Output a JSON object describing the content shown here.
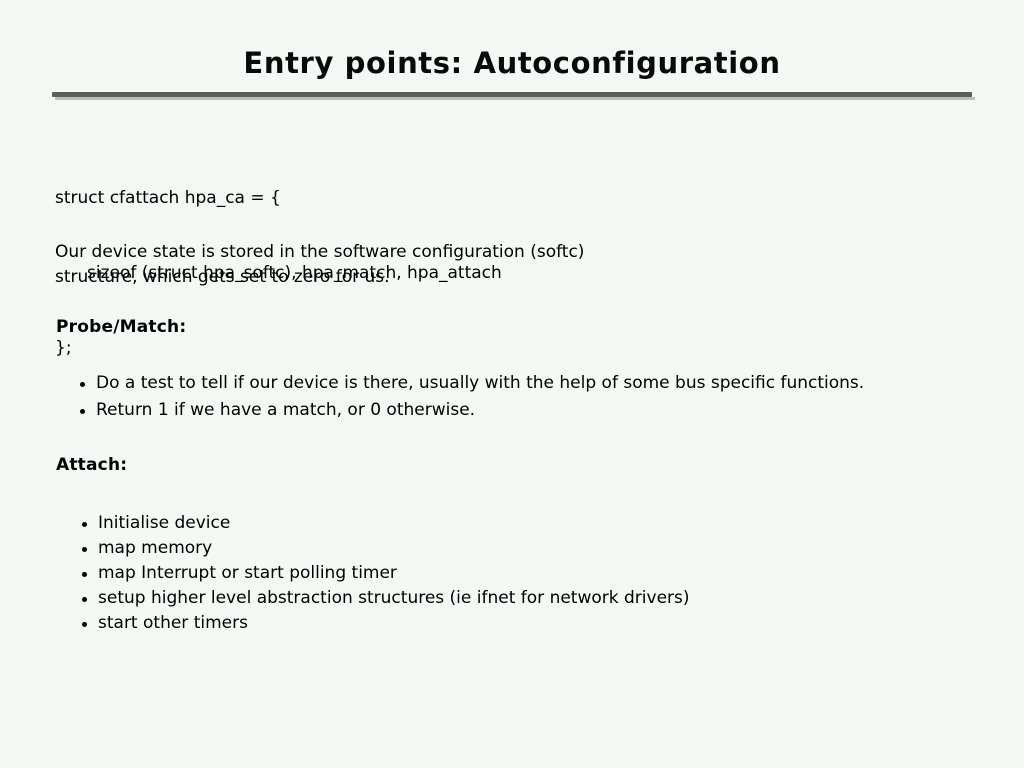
{
  "slide": {
    "title": "Entry points: Autoconfiguration",
    "background_color": "#f5f9f5",
    "text_color": "#000000",
    "rule_color": "#5a5f5a",
    "rule_shadow_color": "#b9c0b9"
  },
  "code": {
    "lines": [
      "struct cfattach hpa_ca = {",
      "sizeof (struct hpa_softc), hpa_match, hpa_attach",
      "};"
    ]
  },
  "paragraph": {
    "lines": [
      "Our device state is stored in the software configuration (softc)",
      "structure, which gets set to zero for us."
    ]
  },
  "sections": [
    {
      "heading": "Probe/Match:",
      "bullets": [
        "Do a test to tell if our device is there, usually with the help of some bus specific functions.",
        "Return 1 if we have a match, or 0 otherwise."
      ]
    },
    {
      "heading": "Attach:",
      "bullets": [
        "Initialise device",
        "map memory",
        "map Interrupt or start polling timer",
        "setup higher level abstraction structures (ie ifnet for network drivers)",
        "start other timers"
      ]
    }
  ]
}
